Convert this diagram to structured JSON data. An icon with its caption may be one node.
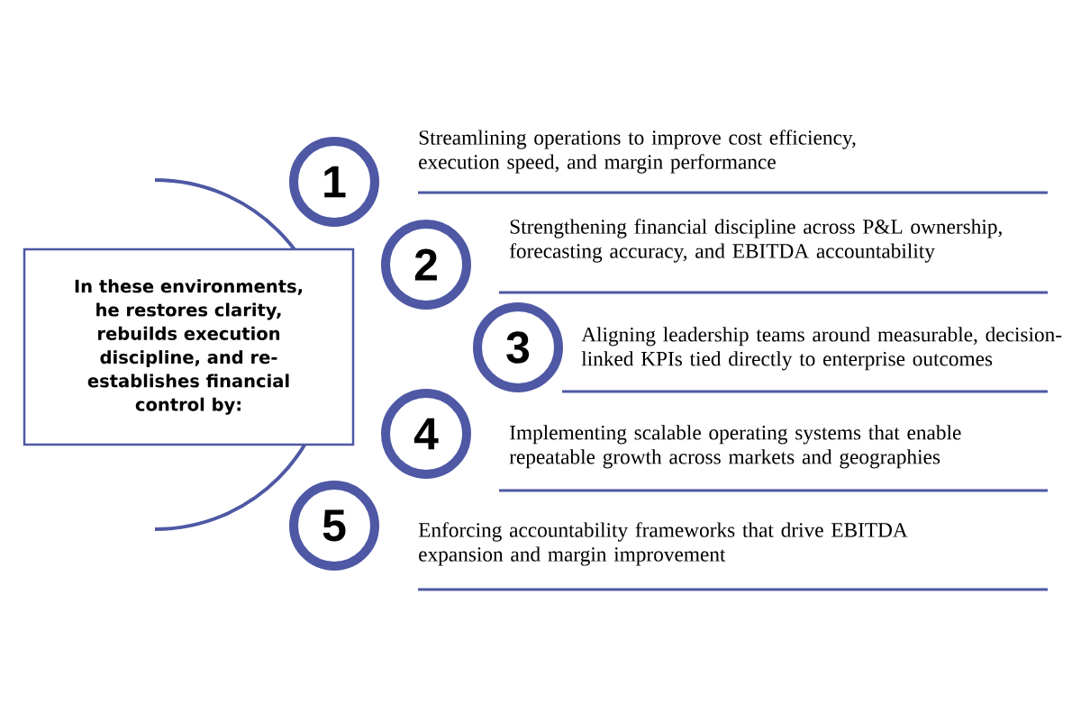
{
  "diagram": {
    "nodes": [
      {
        "text": [
          "In these environments, he restores clarity, rebuilds execution discipline, and re-establishes financial control by:"
        ]
      },
      {
        "text": [
          "1"
        ],
        "beside": [
          "Streamlining operations to improve cost efficiency, execution speed, and margin performance"
        ]
      },
      {
        "text": [
          "2"
        ],
        "beside": [
          "Strengthening financial discipline across P&L ownership, forecasting accuracy, and EBITDA accountability"
        ]
      },
      {
        "text": [
          "3"
        ],
        "beside": [
          "Aligning leadership teams around measurable, decision-linked KPIs tied directly to enterprise outcomes"
        ]
      },
      {
        "text": [
          "4"
        ],
        "beside": [
          "Implementing scalable operating systems that enable repeatable growth across markets and geographies"
        ]
      },
      {
        "text": [
          "5"
        ],
        "beside": [
          "Enforcing accountability frameworks that drive EBITDA expansion and margin improvement"
        ]
      }
    ]
  }
}
